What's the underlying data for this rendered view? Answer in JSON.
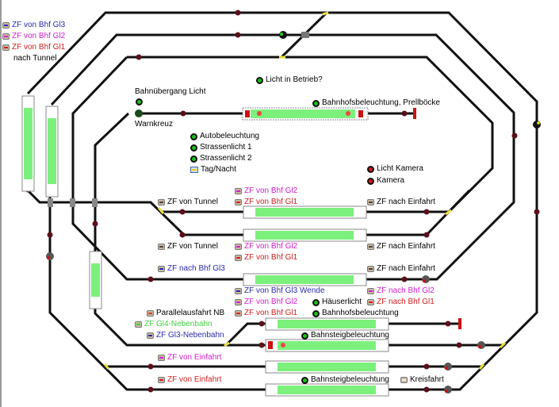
{
  "colors": {
    "track": "#111111",
    "occupied": "#7cf07c",
    "marker": "#5a0f1a",
    "gl3": "#2a2ab0",
    "gl2": "#d020d0",
    "gl1": "#d02020",
    "gl4": "#40d040",
    "text": "#111111"
  },
  "labels": [
    {
      "text": "ZF von Bhf Gl3"
    },
    {
      "text": "ZF von Bhf Gl2"
    },
    {
      "text": "ZF von Bhf Gl1"
    },
    {
      "text": "nach Tunnel"
    },
    {
      "text": "Licht in Betrieb?"
    },
    {
      "text": "Bahnübergang Licht"
    },
    {
      "text": "Warnkreuz"
    },
    {
      "text": "Bahnhofsbeleuchtung, Prellböcke"
    },
    {
      "text": "Autobeleuchtung"
    },
    {
      "text": "Strassenlicht 1"
    },
    {
      "text": "Strassenlicht 2"
    },
    {
      "text": "Tag/Nacht"
    },
    {
      "text": "Licht Kamera"
    },
    {
      "text": "Kamera"
    },
    {
      "text": "ZF von Bhf Gl2"
    },
    {
      "text": "ZF von Bhf Gl1"
    },
    {
      "text": "ZF von Tunnel"
    },
    {
      "text": "ZF nach Einfahrt"
    },
    {
      "text": "ZF von Tunnel"
    },
    {
      "text": "ZF von Bhf Gl2"
    },
    {
      "text": "ZF von Bhf Gl1"
    },
    {
      "text": "ZF nach Einfahrt"
    },
    {
      "text": "ZF nach Bhf Gl3"
    },
    {
      "text": "ZF nach Einfahrt"
    },
    {
      "text": "ZF von Bhf Gl3 Wende"
    },
    {
      "text": "ZF von Bhf Gl2"
    },
    {
      "text": "ZF von Bhf Gl1"
    },
    {
      "text": "Häuserlicht"
    },
    {
      "text": "Bahnhofsbeleuchtung"
    },
    {
      "text": "ZF nach Bhf Gl2"
    },
    {
      "text": "ZF nach Bhf Gl1"
    },
    {
      "text": "Parallelausfahrt NB"
    },
    {
      "text": "ZF Gl4-Nebenbahn"
    },
    {
      "text": "ZF Gl3-Nebenbahn"
    },
    {
      "text": "Bahnsteigbeleuchtung"
    },
    {
      "text": "ZF von Einfahrt"
    },
    {
      "text": "ZF von Einfahrt"
    },
    {
      "text": "Bahnsteigbeleuchtung"
    },
    {
      "text": "Kreisfahrt"
    }
  ]
}
